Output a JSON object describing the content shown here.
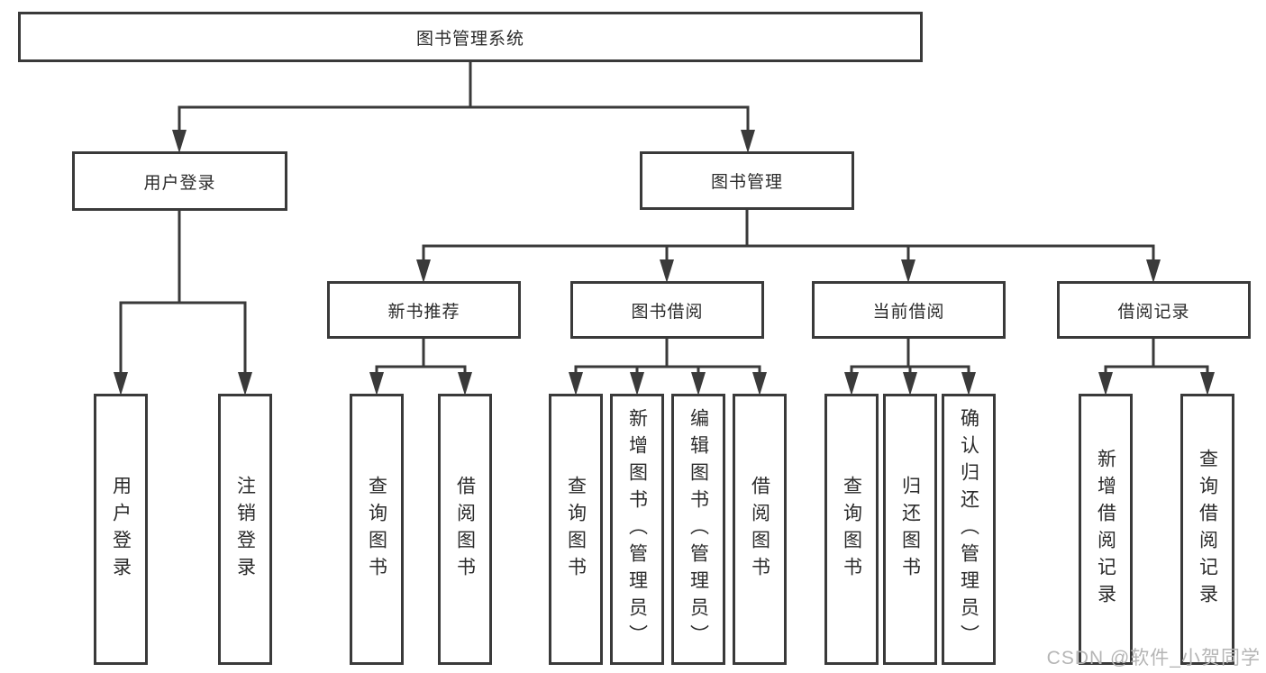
{
  "tree": {
    "root": {
      "label": "图书管理系统"
    },
    "branches": [
      {
        "label": "用户登录",
        "children": [
          {
            "label": "用户登录"
          },
          {
            "label": "注销登录"
          }
        ]
      },
      {
        "label": "图书管理",
        "children": [
          {
            "label": "新书推荐",
            "children": [
              {
                "label": "查询图书"
              },
              {
                "label": "借阅图书"
              }
            ]
          },
          {
            "label": "图书借阅",
            "children": [
              {
                "label": "查询图书"
              },
              {
                "label": "新增图书（管理员）"
              },
              {
                "label": "编辑图书（管理员）"
              },
              {
                "label": "借阅图书"
              }
            ]
          },
          {
            "label": "当前借阅",
            "children": [
              {
                "label": "查询图书"
              },
              {
                "label": "归还图书"
              },
              {
                "label": "确认归还（管理员）"
              }
            ]
          },
          {
            "label": "借阅记录",
            "children": [
              {
                "label": "新增借阅记录"
              },
              {
                "label": "查询借阅记录"
              }
            ]
          }
        ]
      }
    ]
  },
  "watermark": {
    "text": "CSDN @软件_小贺同学"
  },
  "colors": {
    "line": "#3a3a3a",
    "text": "#2b2b2b",
    "watermark": "#b5b5b5",
    "background": "#ffffff"
  }
}
